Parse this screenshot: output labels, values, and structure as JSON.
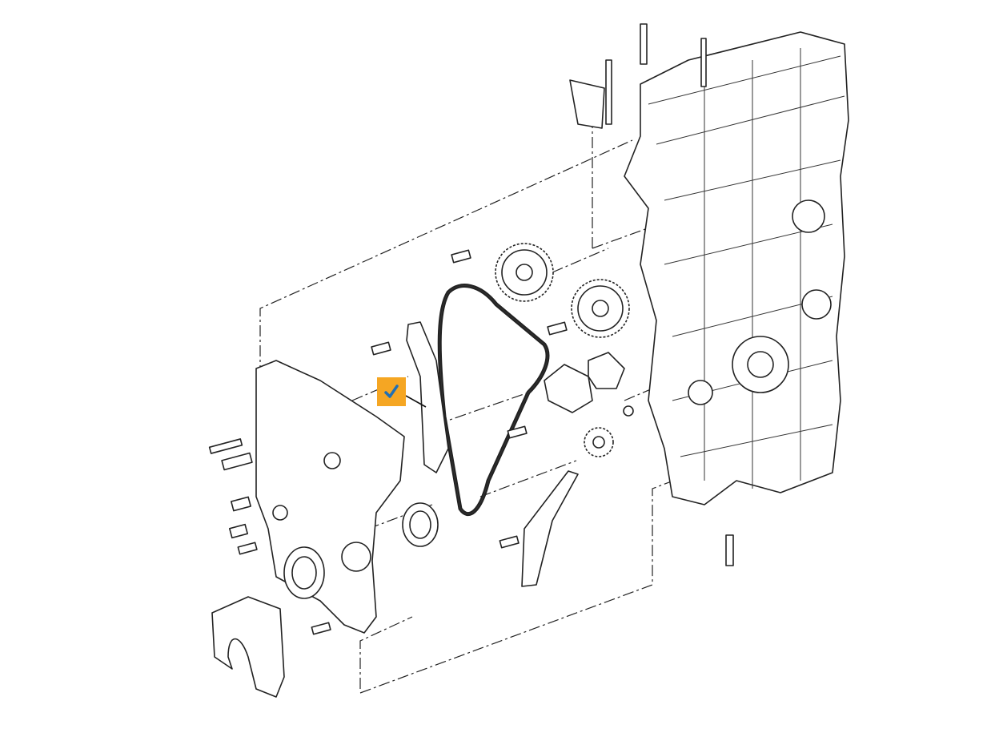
{
  "diagram": {
    "kind": "exploded-view",
    "parts": [
      "engine-block",
      "camshaft-sprocket-intake",
      "camshaft-sprocket-exhaust",
      "timing-chain",
      "chain-guide-left",
      "chain-guide-right",
      "chain-tensioner",
      "tensioner-gasket",
      "crankshaft-sprocket",
      "front-cover",
      "front-seal",
      "cover-gasket",
      "bracket",
      "bolts"
    ]
  },
  "selection_marker": {
    "icon": "checkmark-icon",
    "checked": true,
    "colors": {
      "background": "#F5A623",
      "check": "#1F6FB5"
    }
  }
}
